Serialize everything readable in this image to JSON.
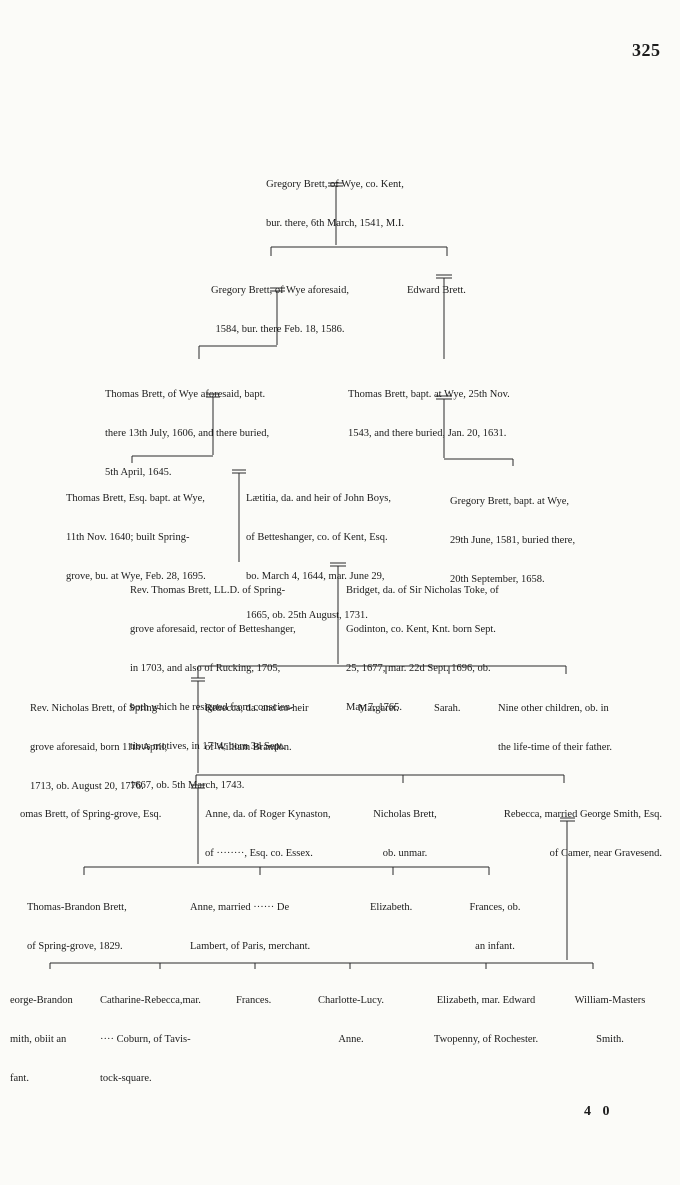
{
  "page_number": "325",
  "signature": "4 0",
  "persons": {
    "gregory_sr": [
      "Gregory Brett, of Wye, co. Kent,",
      "bur. there, 6th March, 1541, M.I."
    ],
    "gregory_jr": [
      "Gregory Brett, of Wye aforesaid,",
      "1584, bur. there Feb. 18, 1586."
    ],
    "edward": [
      "Edward Brett."
    ],
    "thomas_1606": [
      "Thomas Brett, of Wye aforesaid, bapt.",
      "there 13th July, 1606, and there buried,",
      "5th April, 1645."
    ],
    "thomas_1543": [
      "Thomas Brett, bapt. at Wye, 25th Nov.",
      "1543, and there buried, Jan. 20, 1631."
    ],
    "thomas_1640": [
      "Thomas Brett, Esq. bapt. at Wye,",
      "11th Nov. 1640; built Spring-",
      "grove, bu. at Wye, Feb. 28, 1695."
    ],
    "laetitia": [
      "Lætitia, da. and heir of John Boys,",
      "of Betteshanger, co. of Kent, Esq.",
      "bo. March 4, 1644, mar. June 29,",
      "1665, ob. 25th August, 1731."
    ],
    "gregory_1581": [
      "Gregory Brett, bapt. at Wye,",
      "29th June, 1581, buried there,",
      "20th September, 1658."
    ],
    "rev_thomas": [
      "Rev. Thomas Brett, LL.D. of Spring-",
      "grove aforesaid, rector of Betteshanger,",
      "in 1703, and also of Rucking, 1705,",
      "both which he resigned from conscien-",
      "tious motives, in 1714; born 3d Sept.",
      "1667, ob. 5th March, 1743."
    ],
    "bridget": [
      "Bridget, da. of Sir Nicholas Toke, of",
      "Godinton, co. Kent, Knt. born Sept.",
      "25, 1677, mar. 22d Sept. 1696, ob.",
      "May 7, 1765."
    ],
    "rev_nicholas": [
      "Rev. Nicholas Brett, of Spring-",
      "grove aforesaid, born 11th April,",
      "1713, ob. August 20, 1776."
    ],
    "rebecca_brandon": [
      "Rebecca, da. and co-heir",
      "of William Brandon."
    ],
    "margaret": [
      "Margaret."
    ],
    "sarah": [
      "Sarah."
    ],
    "nine_children": [
      "Nine other children, ob. in",
      "the life-time of their father."
    ],
    "thomas_springgrove": [
      "omas Brett, of Spring-grove, Esq."
    ],
    "anne_kynaston": [
      "Anne, da. of Roger Kynaston,",
      "of ········, Esq. co. Essex."
    ],
    "nicholas_unmar": [
      "Nicholas Brett,",
      "ob. unmar."
    ],
    "rebecca_smith": [
      "Rebecca, married George Smith, Esq.",
      "of Camer, near Gravesend."
    ],
    "thomas_brandon": [
      "Thomas-Brandon Brett,",
      "of Spring-grove, 1829."
    ],
    "anne_delambert": [
      "Anne, married ······ De",
      "Lambert, of Paris, merchant."
    ],
    "elizabeth": [
      "Elizabeth."
    ],
    "frances_infant": [
      "Frances, ob.",
      "an infant."
    ],
    "george_brandon": [
      "eorge-Brandon",
      "mith, obiit an",
      "fant."
    ],
    "catharine": [
      "Catharine-Rebecca,mar.",
      "···· Coburn, of Tavis-",
      "tock-square."
    ],
    "frances": [
      "Frances."
    ],
    "charlotte": [
      "Charlotte-Lucy.",
      "Anne."
    ],
    "elizabeth_twopenny": [
      "Elizabeth, mar. Edward",
      "Twopenny, of Rochester."
    ],
    "william_masters": [
      "William-Masters",
      "Smith."
    ]
  }
}
